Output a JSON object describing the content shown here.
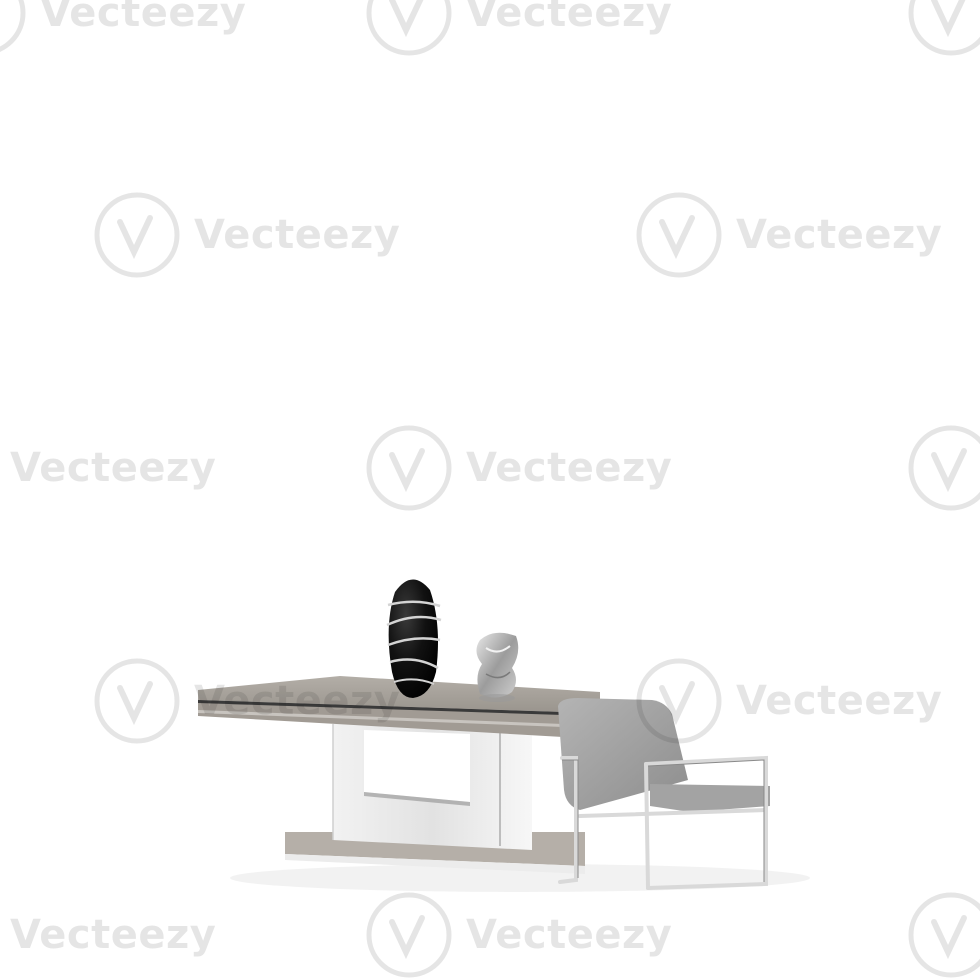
{
  "scene": {
    "description_tag": "product-render",
    "background": "#ffffff",
    "colors": {
      "table_top": "#a6a19a",
      "table_top_edge": "#8e8882",
      "table_base": "#eaeaea",
      "table_base_shadow": "#c9c9c9",
      "table_foot": "#b7b1aa",
      "vase_dark": "#0d0d0d",
      "vase_band": "#cfcfcf",
      "sculpture": "#bdbdbd",
      "chair_cushion": "#9c9c9c",
      "chair_frame": "#d8d8d8"
    },
    "objects": [
      {
        "name": "dining-table",
        "icon": "table-icon"
      },
      {
        "name": "black-vase",
        "icon": "vase-icon"
      },
      {
        "name": "silver-sculpture",
        "icon": "sculpture-icon"
      },
      {
        "name": "armchair",
        "icon": "chair-icon"
      }
    ]
  },
  "watermark": {
    "brand_text": "Vecteezy",
    "icon": "vecteezy-logo-icon",
    "color": "#1f1f1f"
  }
}
